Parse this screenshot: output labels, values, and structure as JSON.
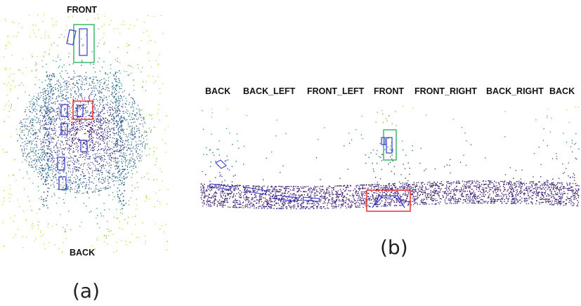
{
  "panel_a": {
    "front_label": "FRONT",
    "back_label": "BACK",
    "caption": "(a)"
  },
  "panel_b": {
    "direction_labels": [
      "BACK",
      "BACK_LEFT",
      "FRONT_LEFT",
      "FRONT",
      "FRONT_RIGHT",
      "BACK_RIGHT",
      "BACK"
    ],
    "caption": "(b)"
  },
  "colors": {
    "green_box": "#3cb96a",
    "red_box": "#e8322d",
    "blue_box": "#3a3ad0",
    "cloud_near": "#3b1a6e",
    "cloud_mid": "#2f6d8e",
    "cloud_far": "#c9df4a"
  }
}
